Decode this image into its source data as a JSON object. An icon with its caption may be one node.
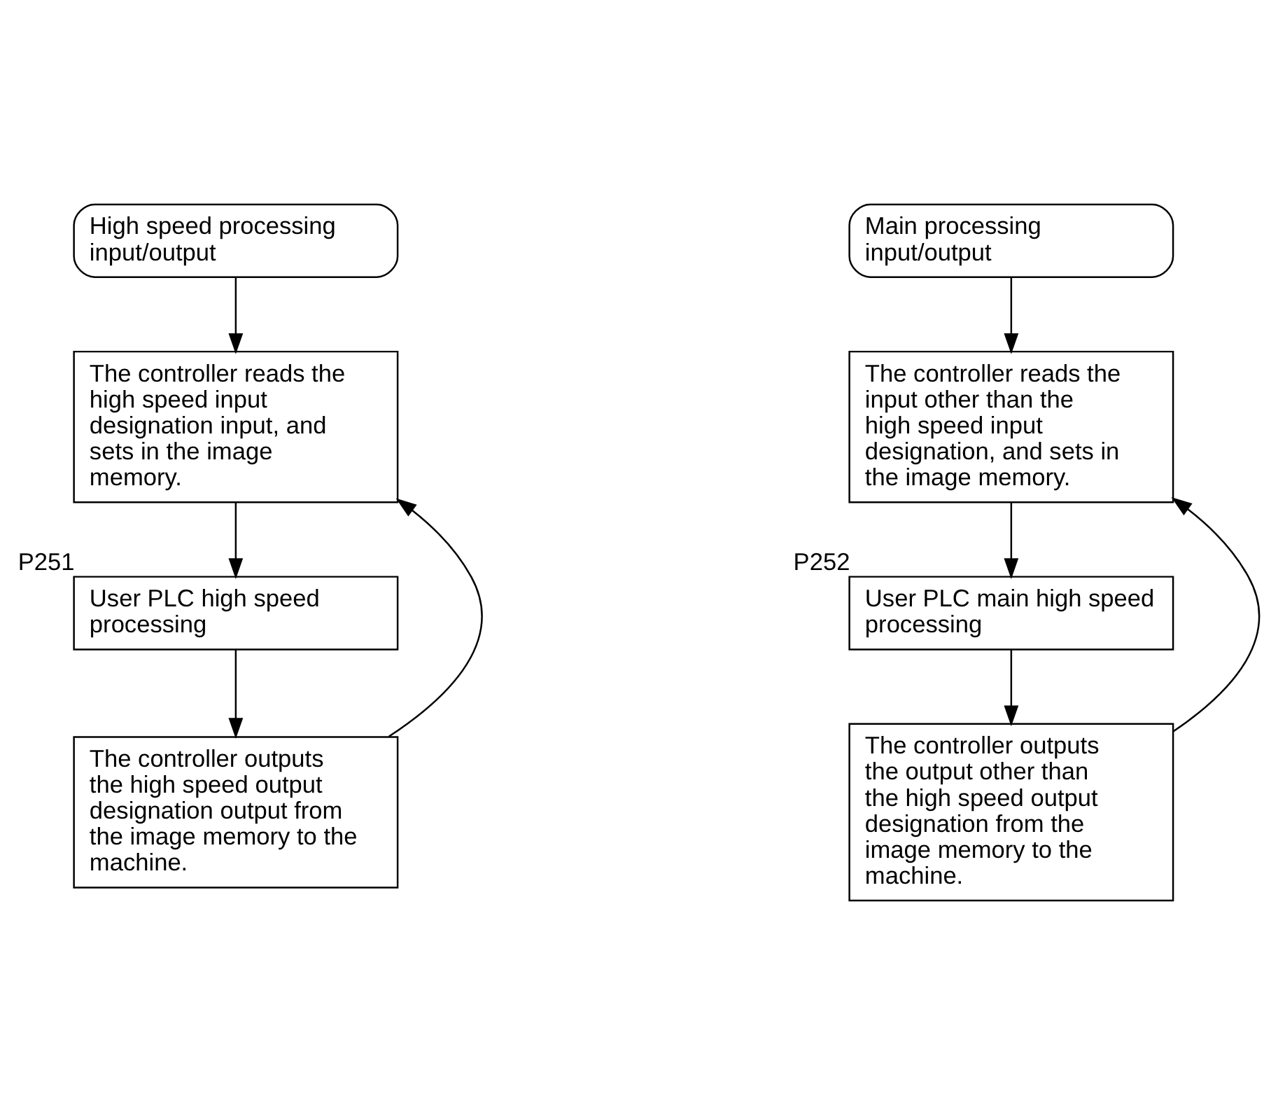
{
  "diagram": {
    "nodes": [
      {
        "text": [
          "High speed processing input/output"
        ]
      },
      {
        "text": [
          "The controller reads the high speed input designation input, and sets in the image memory."
        ]
      },
      {
        "text": [
          "User PLC high speed processing"
        ],
        "beside": [
          "P251"
        ]
      },
      {
        "text": [
          "The controller outputs the high speed output designation output from the image memory to the machine."
        ]
      },
      {
        "text": [
          "Main processing input/output"
        ]
      },
      {
        "text": [
          "The controller reads the input other than the high speed input designation, and sets in the image memory."
        ]
      },
      {
        "text": [
          "User PLC main high speed processing"
        ],
        "beside": [
          "P252"
        ]
      },
      {
        "text": [
          "The controller outputs the output other than the high speed output designation from the image memory to the machine."
        ]
      }
    ],
    "edges": [
      {
        "from": 0,
        "to": 1,
        "arrow": "to"
      },
      {
        "from": 1,
        "to": 2,
        "arrow": "to"
      },
      {
        "from": 2,
        "to": 3,
        "arrow": "to"
      },
      {
        "from": 3,
        "to": 1,
        "arrow": "to"
      },
      {
        "from": 4,
        "to": 5,
        "arrow": "to"
      },
      {
        "from": 5,
        "to": 6,
        "arrow": "to"
      },
      {
        "from": 6,
        "to": 7,
        "arrow": "to"
      },
      {
        "from": 7,
        "to": 5,
        "arrow": "to"
      }
    ]
  }
}
